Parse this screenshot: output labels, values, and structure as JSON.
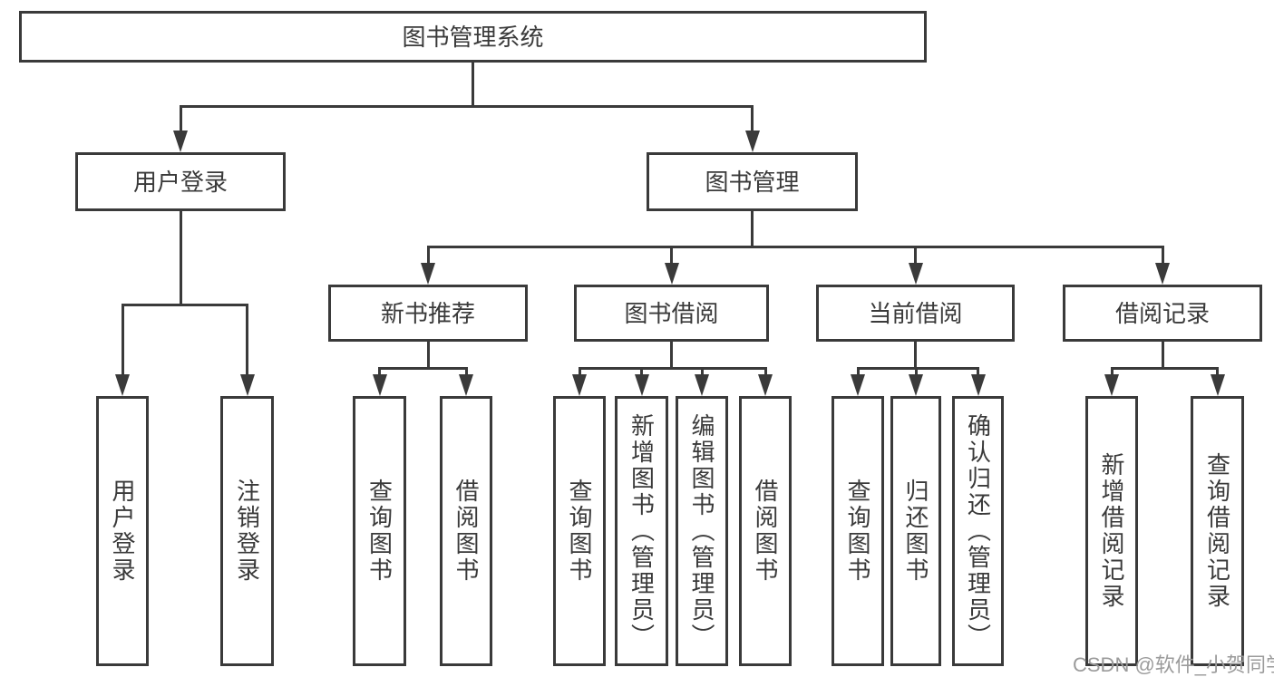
{
  "diagram": {
    "title": "图书管理系统",
    "watermark": "CSDN @软件_小贺同学",
    "colors": {
      "line": "#3a3a3a",
      "text": "#3a3a3a",
      "background": "#ffffff",
      "watermark": "#9b9b9b"
    },
    "nodes": [
      {
        "id": "root",
        "label": "图书管理系统",
        "parent": null,
        "text_direction": "horizontal"
      },
      {
        "id": "user-login-group",
        "label": "用户登录",
        "parent": "root",
        "text_direction": "horizontal"
      },
      {
        "id": "book-management",
        "label": "图书管理",
        "parent": "root",
        "text_direction": "horizontal"
      },
      {
        "id": "new-book-recommend",
        "label": "新书推荐",
        "parent": "book-management",
        "text_direction": "horizontal"
      },
      {
        "id": "book-borrow",
        "label": "图书借阅",
        "parent": "book-management",
        "text_direction": "horizontal"
      },
      {
        "id": "current-borrow",
        "label": "当前借阅",
        "parent": "book-management",
        "text_direction": "horizontal"
      },
      {
        "id": "borrow-records",
        "label": "借阅记录",
        "parent": "book-management",
        "text_direction": "horizontal"
      },
      {
        "id": "user-login",
        "label": "用户登录",
        "parent": "user-login-group",
        "text_direction": "vertical"
      },
      {
        "id": "logout",
        "label": "注销登录",
        "parent": "user-login-group",
        "text_direction": "vertical"
      },
      {
        "id": "query-book-1",
        "label": "查询图书",
        "parent": "new-book-recommend",
        "text_direction": "vertical"
      },
      {
        "id": "borrow-book-1",
        "label": "借阅图书",
        "parent": "new-book-recommend",
        "text_direction": "vertical"
      },
      {
        "id": "query-book-2",
        "label": "查询图书",
        "parent": "book-borrow",
        "text_direction": "vertical"
      },
      {
        "id": "add-book",
        "label": "新增图书（管理员）",
        "parent": "book-borrow",
        "text_direction": "vertical"
      },
      {
        "id": "edit-book",
        "label": "编辑图书（管理员）",
        "parent": "book-borrow",
        "text_direction": "vertical"
      },
      {
        "id": "borrow-book-2",
        "label": "借阅图书",
        "parent": "book-borrow",
        "text_direction": "vertical"
      },
      {
        "id": "query-book-3",
        "label": "查询图书",
        "parent": "current-borrow",
        "text_direction": "vertical"
      },
      {
        "id": "return-book",
        "label": "归还图书",
        "parent": "current-borrow",
        "text_direction": "vertical"
      },
      {
        "id": "confirm-return",
        "label": "确认归还（管理员）",
        "parent": "current-borrow",
        "text_direction": "vertical"
      },
      {
        "id": "add-borrow-record",
        "label": "新增借阅记录",
        "parent": "borrow-records",
        "text_direction": "vertical"
      },
      {
        "id": "query-borrow-record",
        "label": "查询借阅记录",
        "parent": "borrow-records",
        "text_direction": "vertical"
      }
    ]
  }
}
